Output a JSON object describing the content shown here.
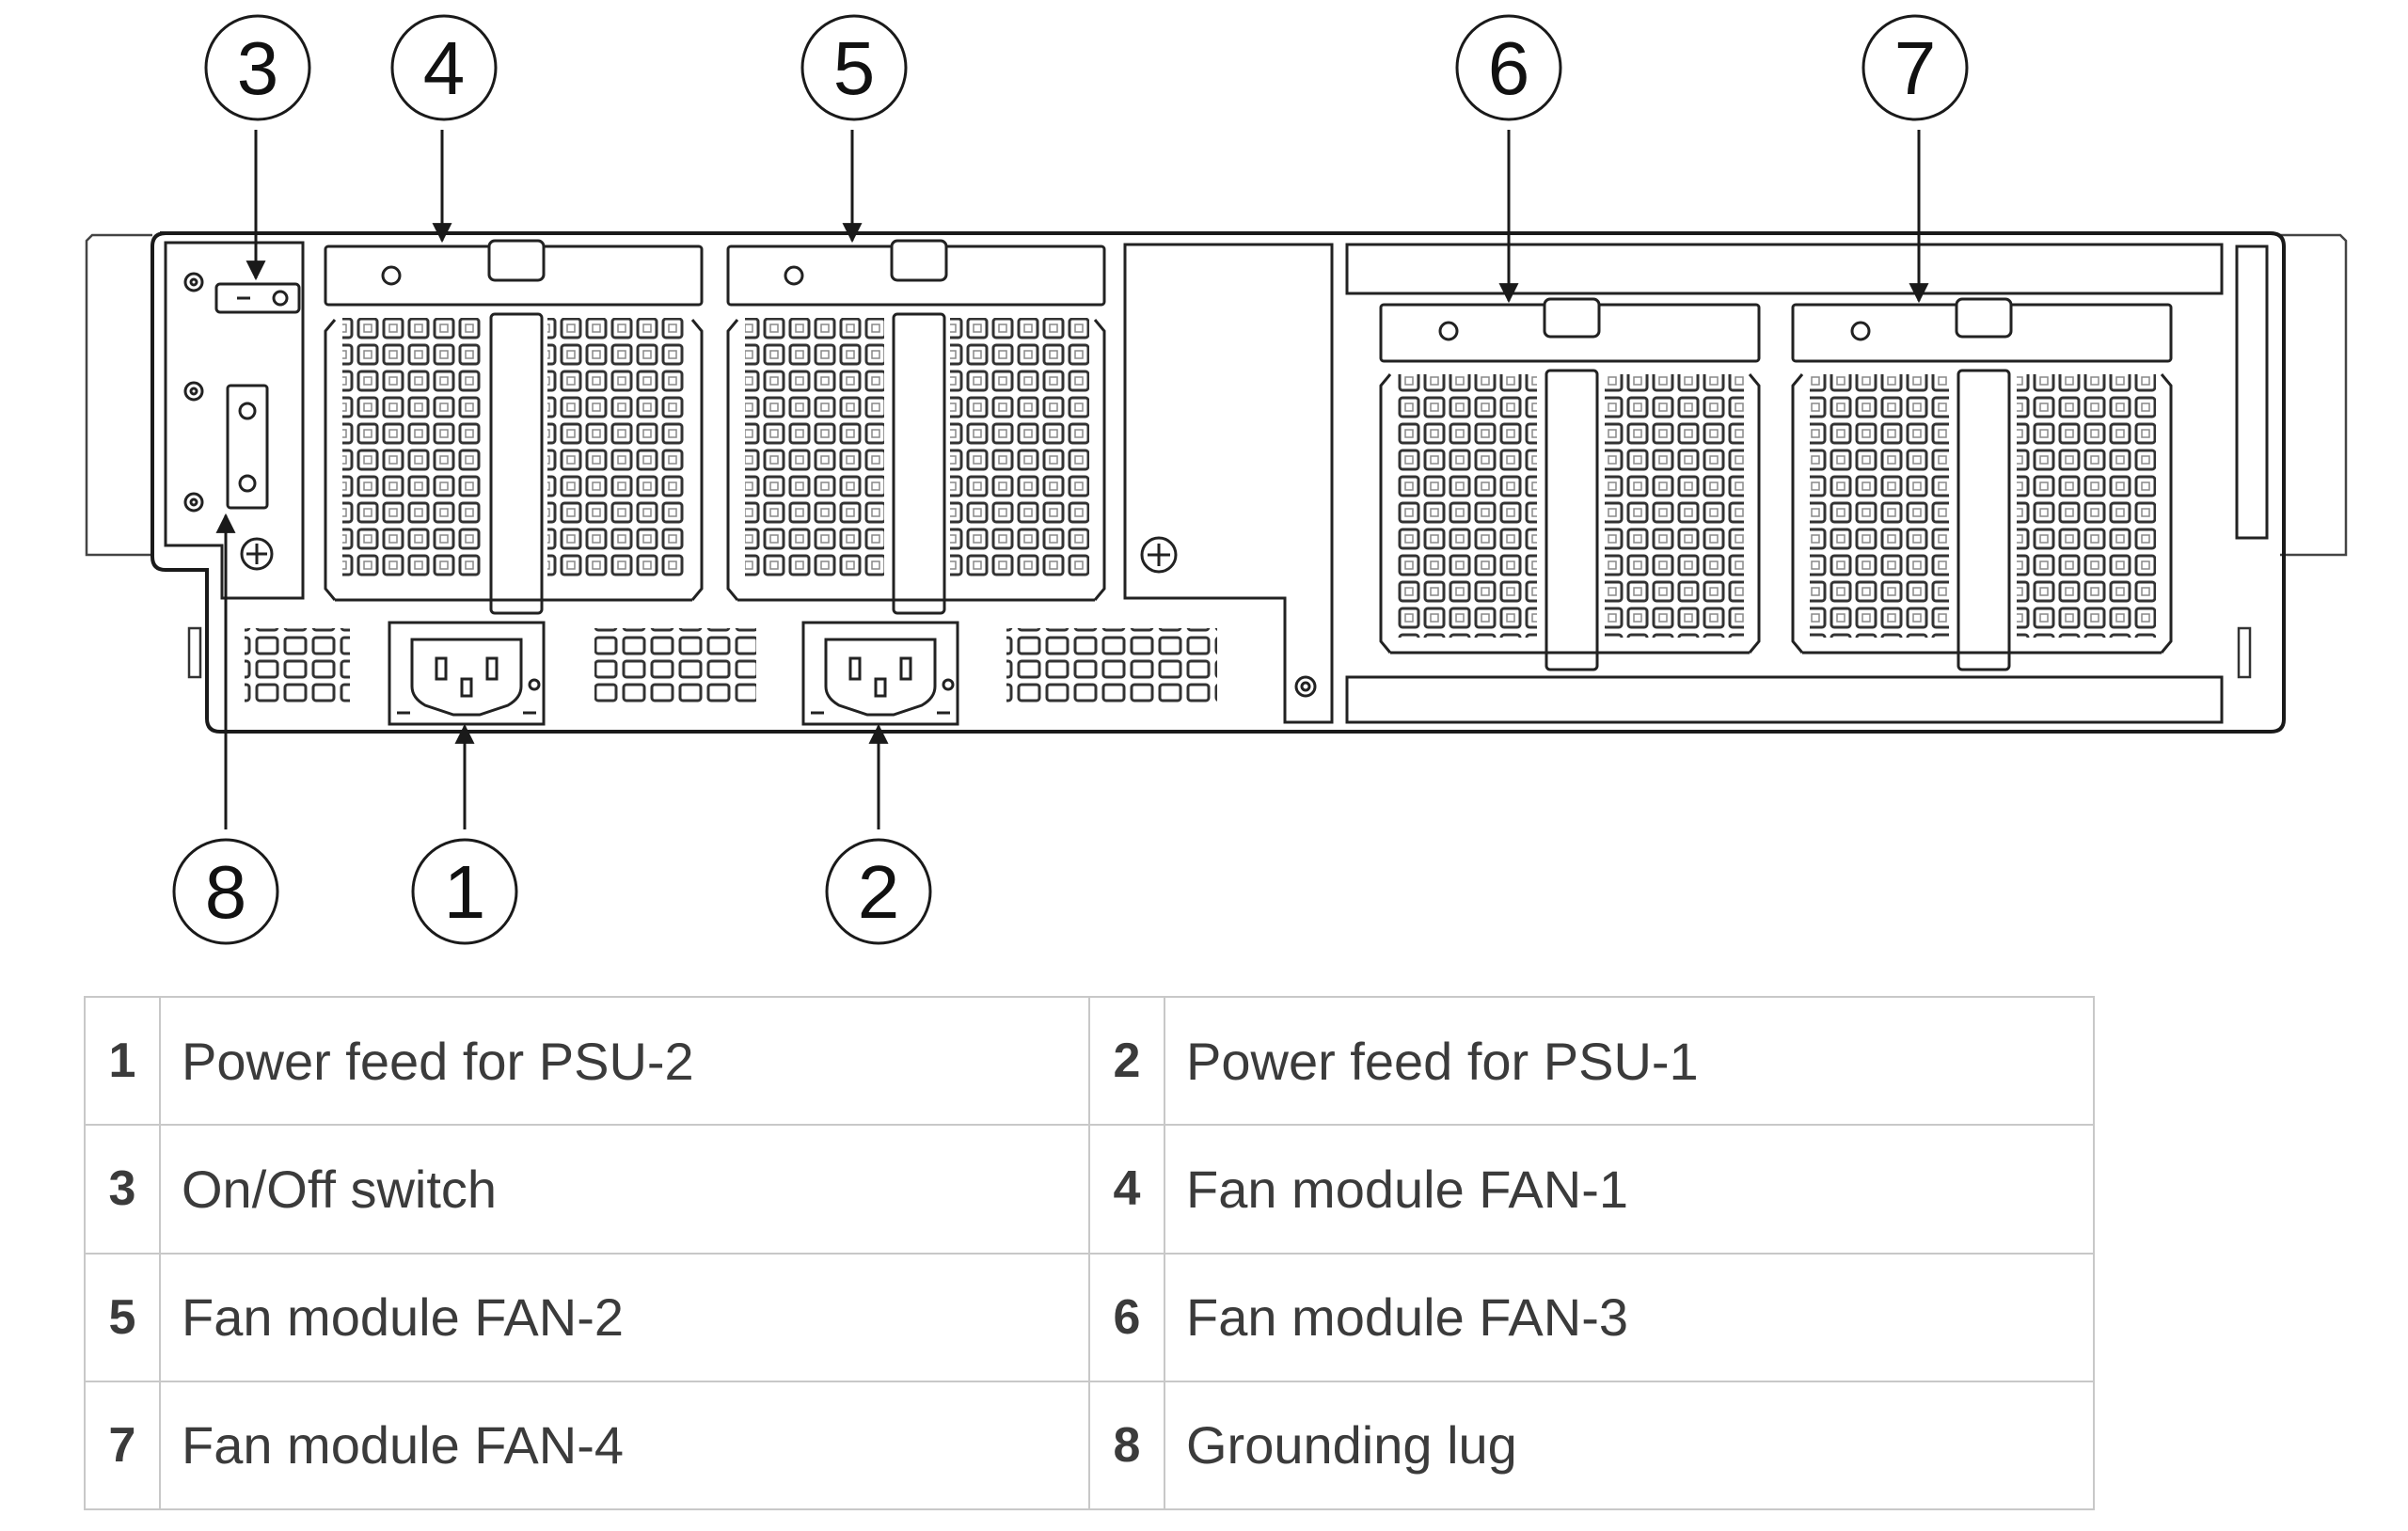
{
  "callouts": [
    {
      "id": "1",
      "label": "1"
    },
    {
      "id": "2",
      "label": "2"
    },
    {
      "id": "3",
      "label": "3"
    },
    {
      "id": "4",
      "label": "4"
    },
    {
      "id": "5",
      "label": "5"
    },
    {
      "id": "6",
      "label": "6"
    },
    {
      "id": "7",
      "label": "7"
    },
    {
      "id": "8",
      "label": "8"
    }
  ],
  "legend": {
    "rows": [
      [
        {
          "num": "1",
          "desc": "Power feed for PSU-2"
        },
        {
          "num": "2",
          "desc": "Power feed for PSU-1"
        }
      ],
      [
        {
          "num": "3",
          "desc": "On/Off switch"
        },
        {
          "num": "4",
          "desc": "Fan module FAN-1"
        }
      ],
      [
        {
          "num": "5",
          "desc": "Fan module FAN-2"
        },
        {
          "num": "6",
          "desc": "Fan module FAN-3"
        }
      ],
      [
        {
          "num": "7",
          "desc": "Fan module FAN-4"
        },
        {
          "num": "8",
          "desc": "Grounding lug"
        }
      ]
    ]
  },
  "colors": {
    "line": "#1a1a1a",
    "border": "#c8c8c8",
    "text": "#3b3b3b"
  }
}
